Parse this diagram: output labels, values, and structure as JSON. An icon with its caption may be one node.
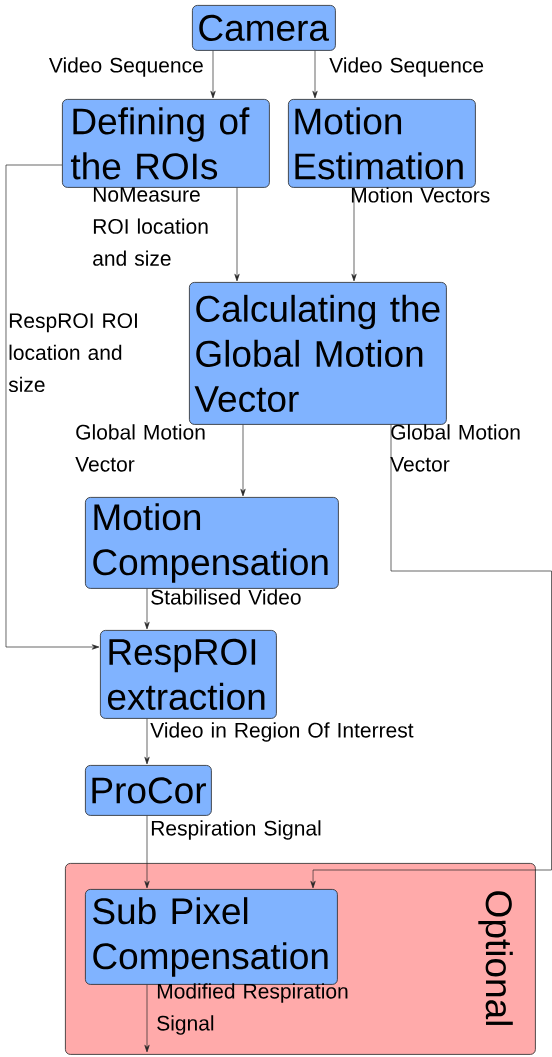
{
  "diagram": {
    "nodes": [
      {
        "text": [
          "Camera"
        ]
      },
      {
        "text": [
          "Defining of the ROIs"
        ]
      },
      {
        "text": [
          "Motion Estimation"
        ]
      },
      {
        "text": [
          "Calculating the Global Motion Vector"
        ]
      },
      {
        "text": [
          "Motion Compensation"
        ]
      },
      {
        "text": [
          "RespROI extraction"
        ]
      },
      {
        "text": [
          "ProCor"
        ]
      },
      {
        "text": [
          "Optional"
        ]
      },
      {
        "text": [
          "Sub Pixel Compensation"
        ],
        "in": 7
      }
    ],
    "edges": [
      {
        "from": 0,
        "to": 1,
        "arrow": "to",
        "label": "Video Sequence"
      },
      {
        "from": 0,
        "to": 2,
        "arrow": "to",
        "label": "Video Sequence"
      },
      {
        "from": 1,
        "to": 3,
        "arrow": "to",
        "label": "NoMeasure ROI location and size"
      },
      {
        "from": 2,
        "to": 3,
        "arrow": "to",
        "label": "Motion Vectors"
      },
      {
        "from": 1,
        "to": 5,
        "arrow": "to",
        "label": "RespROI ROI location and size"
      },
      {
        "from": 3,
        "to": 4,
        "arrow": "to",
        "label": "Global Motion Vector"
      },
      {
        "from": 3,
        "to": 8,
        "arrow": "to",
        "label": "Global Motion Vector"
      },
      {
        "from": 4,
        "to": 5,
        "arrow": "to",
        "label": "Stabilised Video"
      },
      {
        "from": 5,
        "to": 6,
        "arrow": "to",
        "label": "Video in Region Of Interrest"
      },
      {
        "from": 6,
        "to": 8,
        "arrow": "to",
        "label": "Respiration Signal"
      },
      {
        "from": 8,
        "to": null,
        "arrow": "to",
        "label": "Modified Respiration Signal"
      }
    ]
  }
}
